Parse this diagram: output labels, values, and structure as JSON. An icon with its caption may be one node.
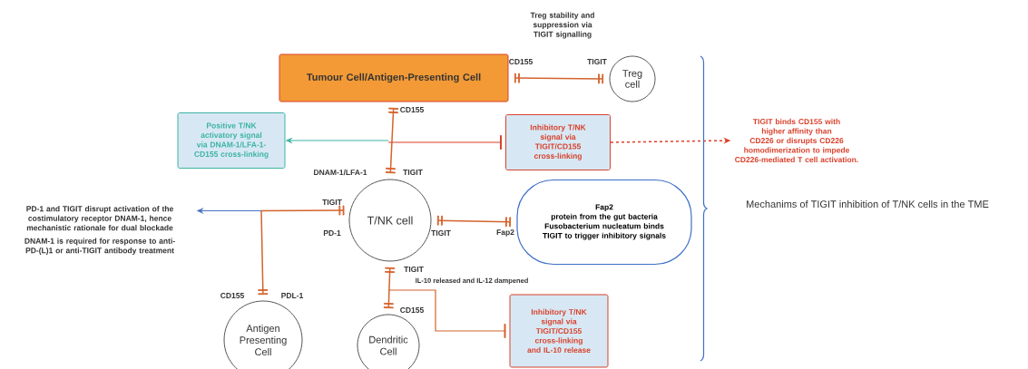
{
  "diagram": {
    "nodes": [
      {
        "text": [
          "Tumour Cell/Antigen-Presenting Cell"
        ]
      },
      {
        "text": [
          "Treg cell"
        ]
      },
      {
        "text": [
          "Positive T/NK activatory signal via DNAM-1/LFA-1-CD155 cross-linking"
        ]
      },
      {
        "text": [
          "Inhibitory T/NK signal via TIGIT/CD155 cross-linking"
        ]
      },
      {
        "text": [
          "TIGIT binds CD155 with higher affinity than CD226 or disrupts CD226 homodimerization to impede CD226-mediated T cell activation."
        ]
      },
      {
        "text": [
          "T/NK cell"
        ]
      },
      {
        "text": [
          "PD-1 and TIGIT disrupt activation of the costimulatory receptor DNAM-1, hence mechanistic rationale for dual blockade",
          "DNAM-1 is required for response to anti-PD-(L)1 or anti-TIGIT antibody treatment"
        ]
      },
      {
        "text": [
          "Fap2",
          "protein from the gut bacteria Fusobacterium nucleatum binds TIGIT to trigger inhibitory signals"
        ]
      },
      {
        "text": [
          "Antigen Presenting Cell"
        ]
      },
      {
        "text": [
          "Dendritic Cell"
        ]
      },
      {
        "text": [
          "Inhibitory T/NK signal via TIGIT/CD155 cross-linking and IL-10 release"
        ]
      }
    ],
    "edges": [
      {
        "from": 0,
        "to": 1,
        "arrow": "other"
      },
      {
        "from": 0,
        "to": 5,
        "arrow": "other"
      },
      {
        "from": null,
        "to": 2,
        "arrow": "to",
        "color": "#3db3a3"
      },
      {
        "from": null,
        "to": 3,
        "arrow": "other",
        "color": "#d9402b"
      },
      {
        "from": 3,
        "to": 4,
        "arrow": "to",
        "style": "dashed",
        "color": "#e0402a"
      },
      {
        "from": 5,
        "to": 8,
        "arrow": "other"
      },
      {
        "from": null,
        "to": 6,
        "arrow": "to",
        "color": "#4a72c4"
      },
      {
        "from": 5,
        "to": 7,
        "arrow": "other"
      },
      {
        "from": 5,
        "to": 9,
        "arrow": "other"
      },
      {
        "from": null,
        "to": 10,
        "arrow": "other",
        "label": "IL-10 released and IL-12 dampened"
      }
    ],
    "labels": [
      "Treg stability and suppression via TIGIT signalling",
      "CD155",
      "TIGIT",
      "CD155",
      "DNAM-1/LFA-1",
      "TIGIT",
      "TIGIT",
      "PD-1",
      "TIGIT",
      "Fap2",
      "TIGIT",
      "CD155",
      "PDL-1",
      "CD155",
      "Mechanims of TIGIT inhibition of T/NK cells in the TME"
    ]
  }
}
